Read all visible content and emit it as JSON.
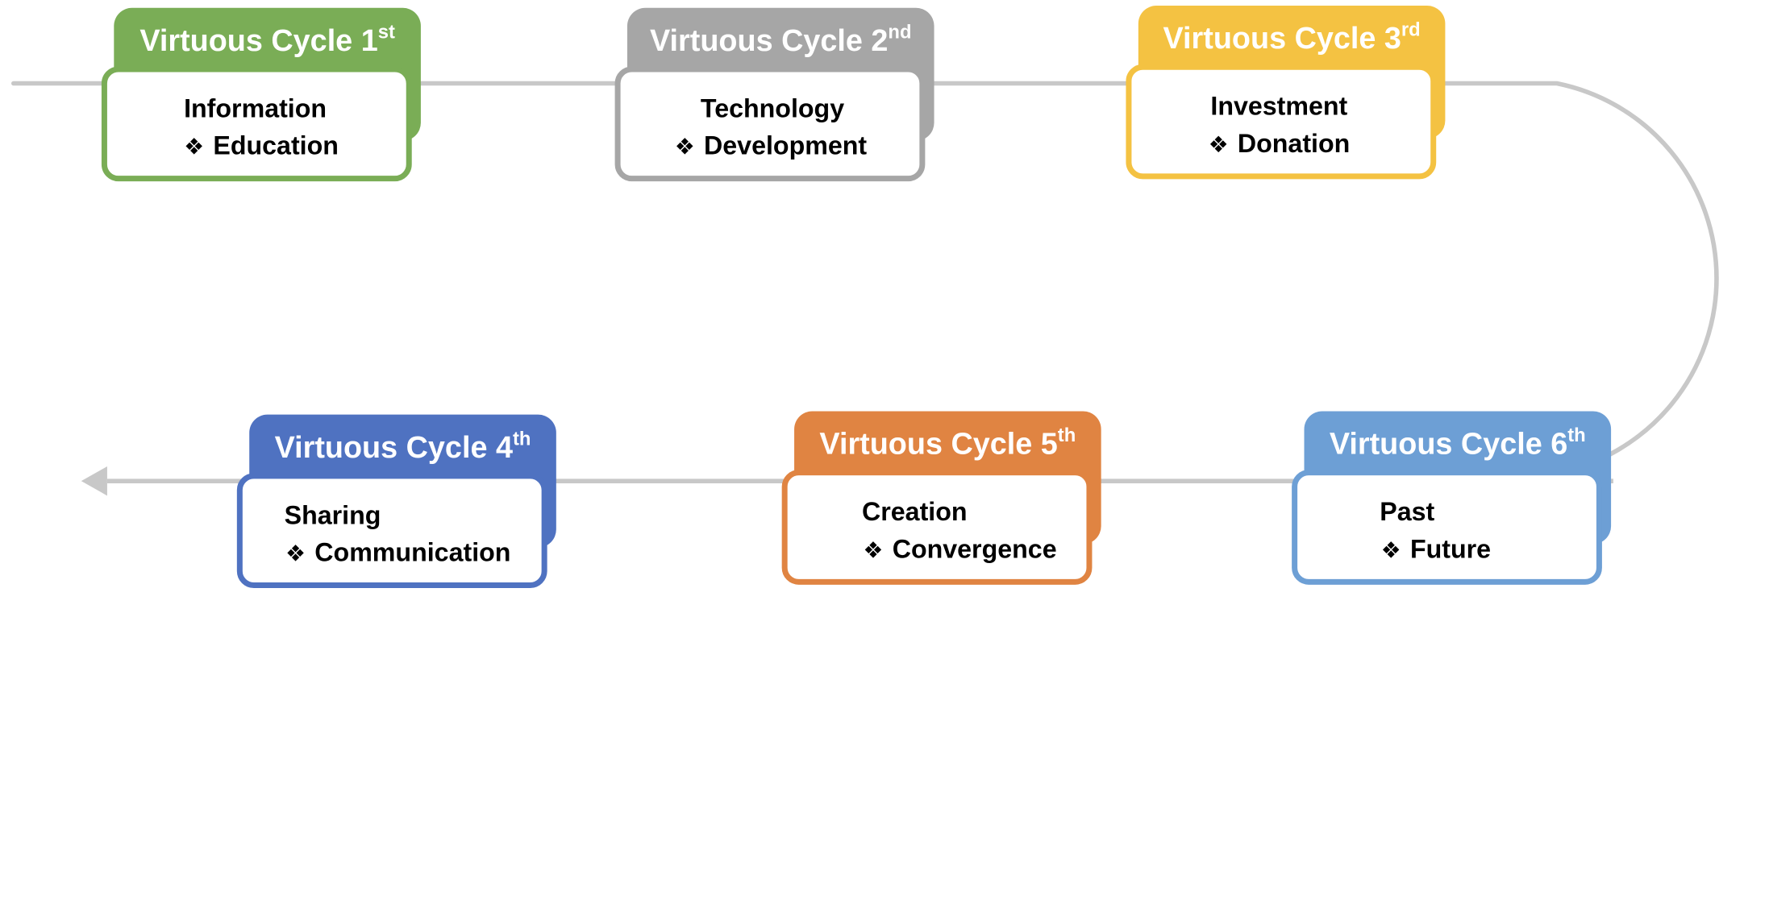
{
  "connector": {
    "color": "#c8c8c8",
    "arrowhead": "left"
  },
  "stages": [
    {
      "id": 1,
      "title": "Virtuous Cycle 1",
      "ordinal": "st",
      "line1": "Information",
      "line2": "Education",
      "bullet": "❖",
      "color": "#7aad56"
    },
    {
      "id": 2,
      "title": "Virtuous Cycle 2",
      "ordinal": "nd",
      "line1": "Technology",
      "line2": "Development",
      "bullet": "❖",
      "color": "#a6a6a6"
    },
    {
      "id": 3,
      "title": "Virtuous Cycle 3",
      "ordinal": "rd",
      "line1": "Investment",
      "line2": "Donation",
      "bullet": "❖",
      "color": "#f4c242"
    },
    {
      "id": 4,
      "title": "Virtuous Cycle 4",
      "ordinal": "th",
      "line1": "Sharing",
      "line2": "Communication",
      "bullet": "❖",
      "color": "#4f72c1"
    },
    {
      "id": 5,
      "title": "Virtuous Cycle 5",
      "ordinal": "th",
      "line1": "Creation",
      "line2": "Convergence",
      "bullet": "❖",
      "color": "#e08442"
    },
    {
      "id": 6,
      "title": "Virtuous Cycle 6",
      "ordinal": "th",
      "line1": "Past",
      "line2": "Future",
      "bullet": "❖",
      "color": "#6d9fd5"
    }
  ]
}
